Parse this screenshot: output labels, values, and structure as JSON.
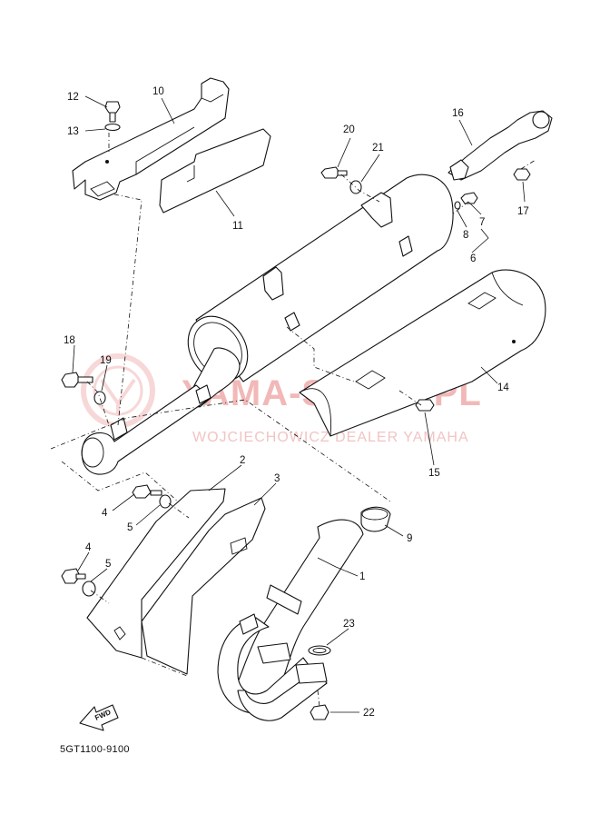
{
  "diagram": {
    "part_code": "5GT1100-9100",
    "direction_label": "FWD",
    "watermark": {
      "main_text": "YAMA-SKLEP.PL",
      "sub_text": "WOJCIECHOWICZ DEALER YAMAHA",
      "color": "#f2b8b8"
    },
    "callouts": [
      {
        "id": "c1",
        "label": "1"
      },
      {
        "id": "c2",
        "label": "2"
      },
      {
        "id": "c3",
        "label": "3"
      },
      {
        "id": "c4a",
        "label": "4"
      },
      {
        "id": "c4b",
        "label": "4"
      },
      {
        "id": "c5a",
        "label": "5"
      },
      {
        "id": "c5b",
        "label": "5"
      },
      {
        "id": "c6",
        "label": "6"
      },
      {
        "id": "c7",
        "label": "7"
      },
      {
        "id": "c8",
        "label": "8"
      },
      {
        "id": "c9",
        "label": "9"
      },
      {
        "id": "c10",
        "label": "10"
      },
      {
        "id": "c11",
        "label": "11"
      },
      {
        "id": "c12",
        "label": "12"
      },
      {
        "id": "c13",
        "label": "13"
      },
      {
        "id": "c14",
        "label": "14"
      },
      {
        "id": "c15",
        "label": "15"
      },
      {
        "id": "c16",
        "label": "16"
      },
      {
        "id": "c17",
        "label": "17"
      },
      {
        "id": "c18",
        "label": "18"
      },
      {
        "id": "c19",
        "label": "19"
      },
      {
        "id": "c20",
        "label": "20"
      },
      {
        "id": "c21",
        "label": "21"
      },
      {
        "id": "c22",
        "label": "22"
      },
      {
        "id": "c23",
        "label": "23"
      }
    ]
  }
}
